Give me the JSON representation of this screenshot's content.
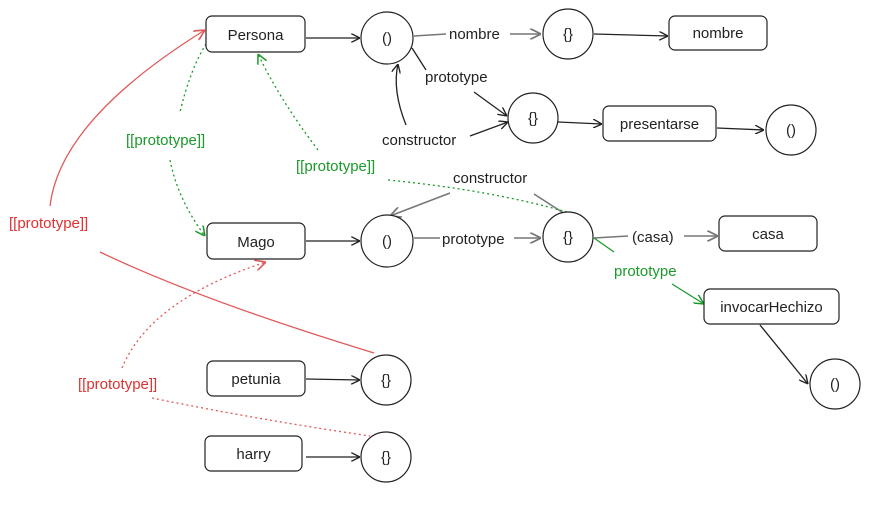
{
  "colors": {
    "black": "#222222",
    "arrow_gray": "#666666",
    "green": "#1a9a2a",
    "red": "#e05a5a",
    "red_text": "#e03030"
  },
  "nodes": {
    "persona": "Persona",
    "persona_fn": "()",
    "persona_obj": "{}",
    "nombre": "nombre",
    "persona_proto": "{}",
    "presentarse": "presentarse",
    "presentarse_fn": "()",
    "mago": "Mago",
    "mago_fn": "()",
    "mago_proto": "{}",
    "casa": "casa",
    "invocar": "invocarHechizo",
    "invocar_fn": "()",
    "petunia": "petunia",
    "petunia_obj": "{}",
    "harry": "harry",
    "harry_obj": "{}"
  },
  "labels": {
    "nombre_edge": "nombre",
    "prototype_persona": "prototype",
    "constructor_persona": "constructor",
    "constructor_mago": "constructor",
    "prototype_mago": "prototype",
    "casa_edge": "(casa)",
    "prototype_green": "prototype",
    "proto_link_green_1": "[[prototype]]",
    "proto_link_green_2": "[[prototype]]",
    "proto_link_red_1": "[[prototype]]",
    "proto_link_red_2": "[[prototype]]"
  }
}
